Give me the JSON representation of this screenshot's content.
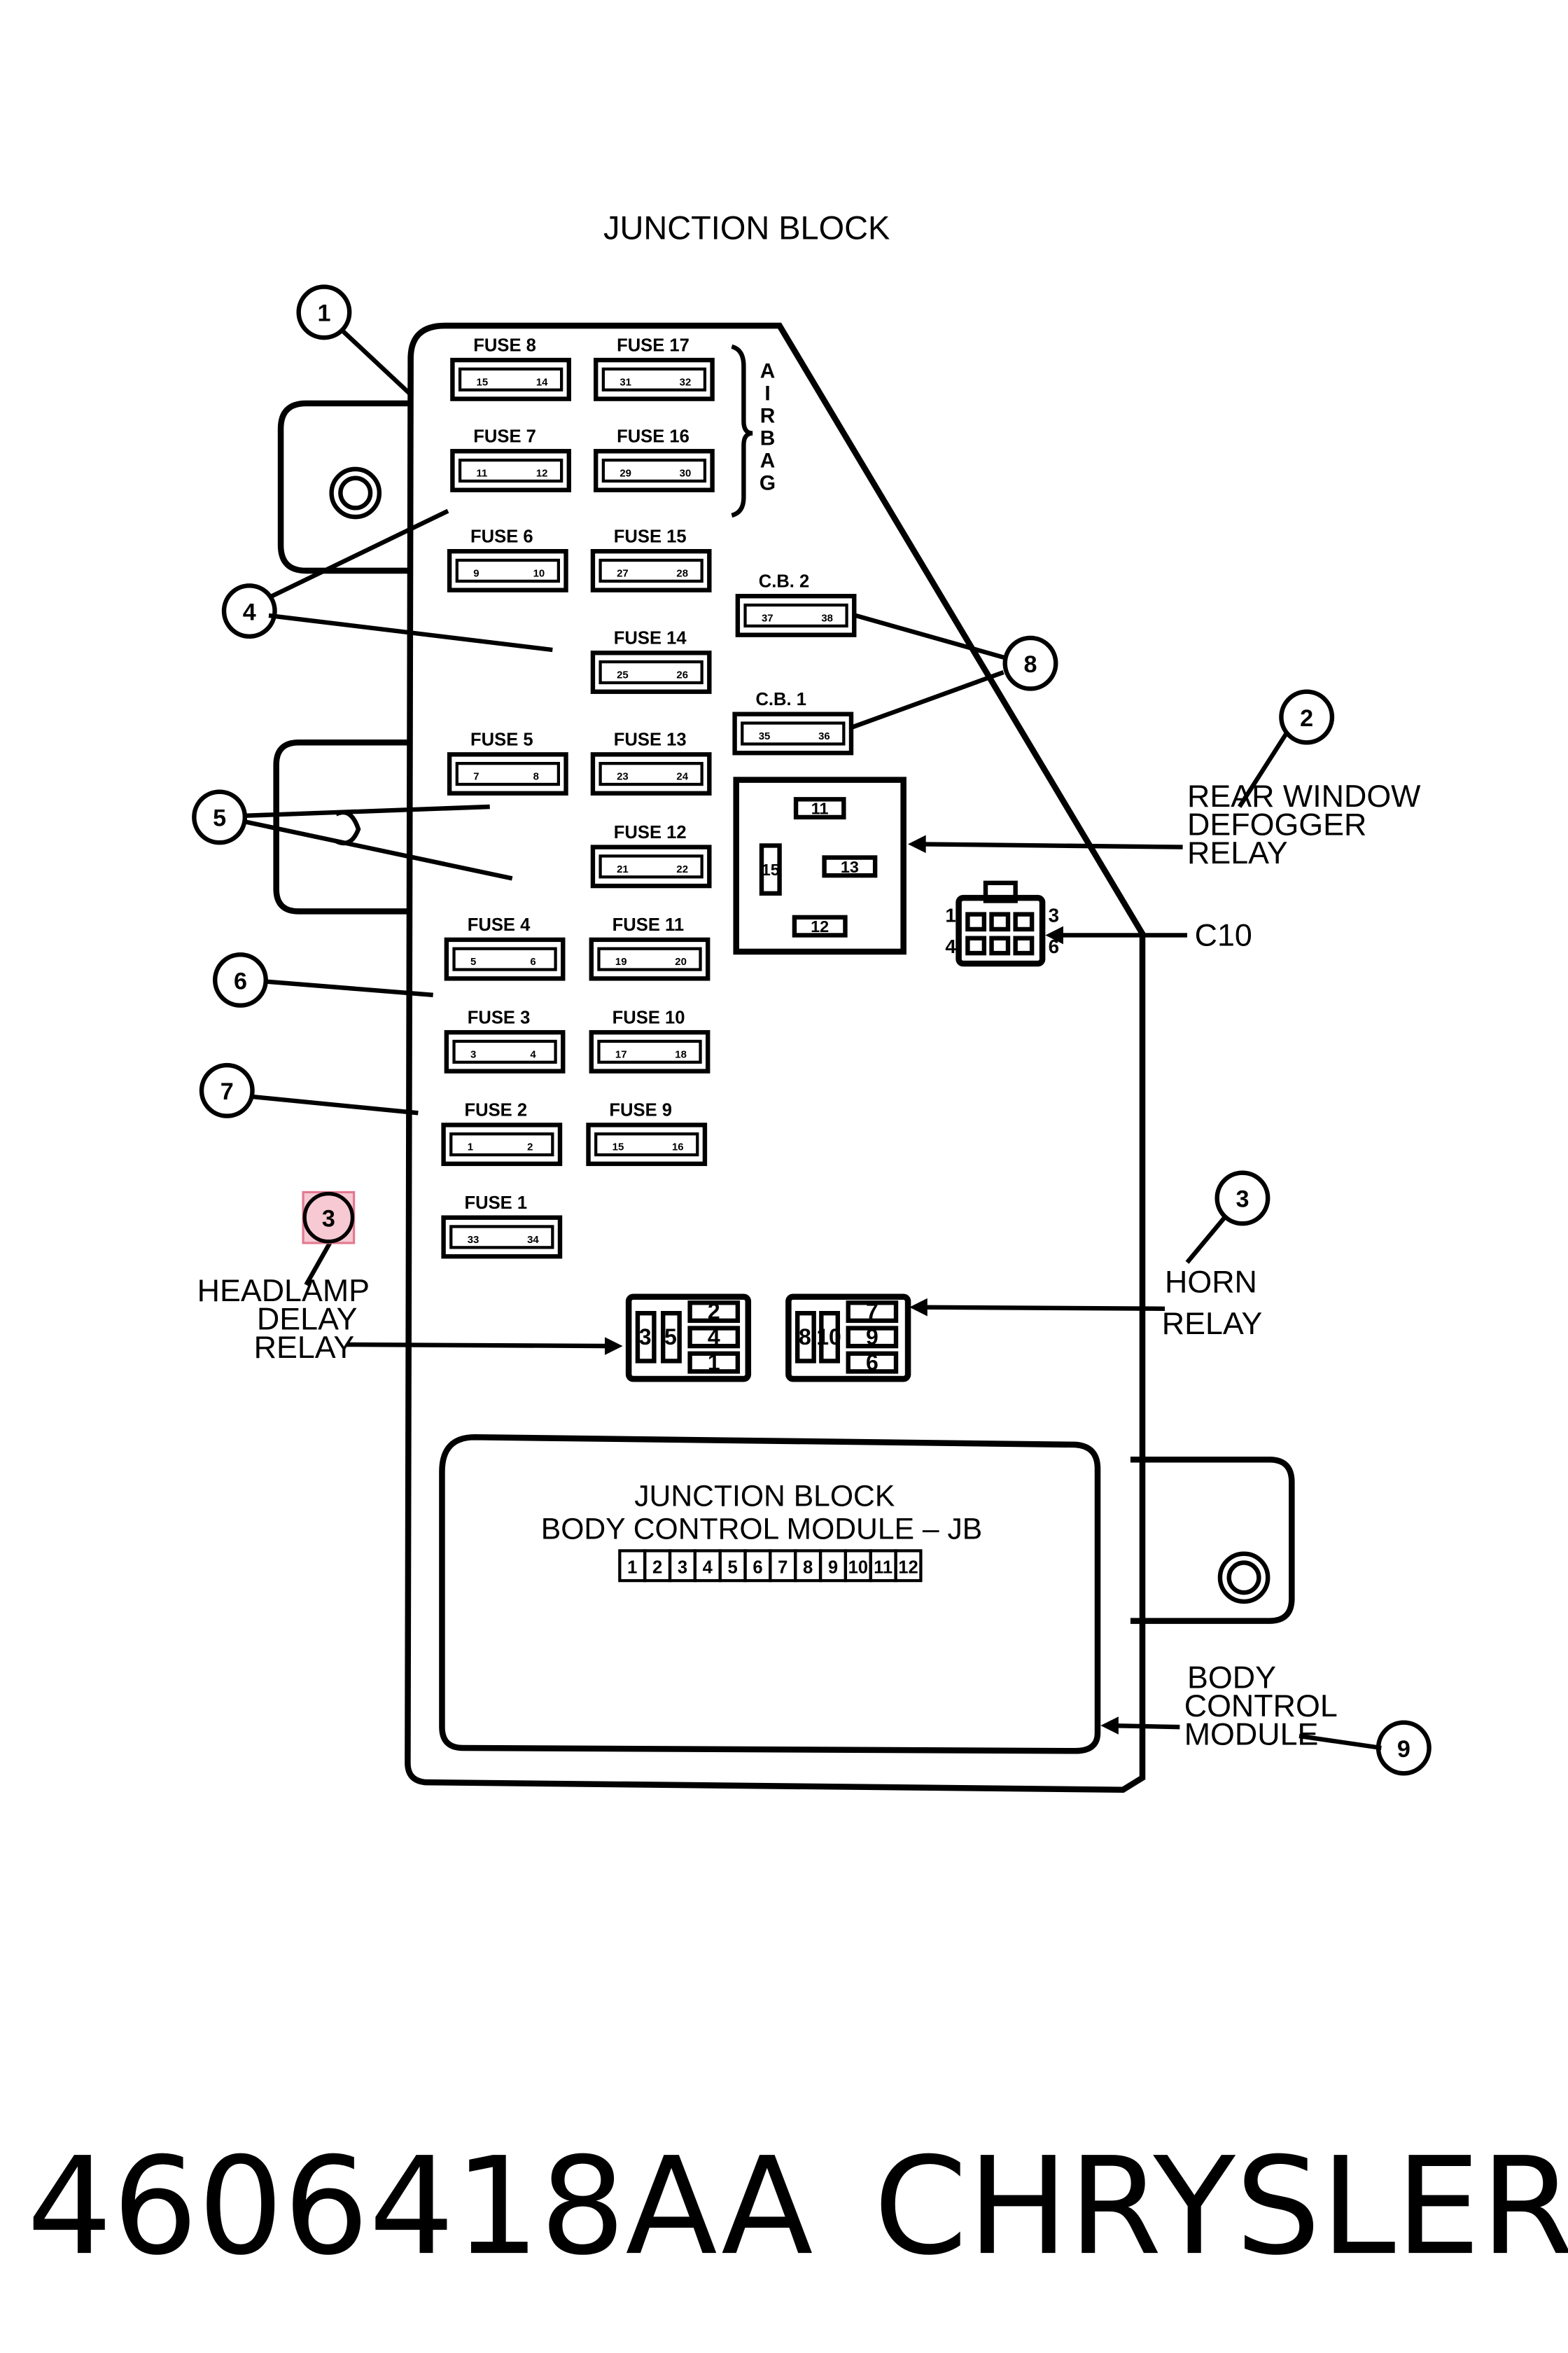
{
  "title": "JUNCTION BLOCK",
  "fuses": [
    {
      "label": "FUSE 8",
      "pins": [
        "15",
        "14"
      ]
    },
    {
      "label": "FUSE 17",
      "pins": [
        "31",
        "32"
      ]
    },
    {
      "label": "FUSE 7",
      "pins": [
        "11",
        "12"
      ]
    },
    {
      "label": "FUSE 16",
      "pins": [
        "29",
        "30"
      ]
    },
    {
      "label": "FUSE 6",
      "pins": [
        "9",
        "10"
      ]
    },
    {
      "label": "FUSE 15",
      "pins": [
        "27",
        "28"
      ]
    },
    {
      "label": "FUSE 14",
      "pins": [
        "25",
        "26"
      ]
    },
    {
      "label": "FUSE 5",
      "pins": [
        "7",
        "8"
      ]
    },
    {
      "label": "FUSE 13",
      "pins": [
        "23",
        "24"
      ]
    },
    {
      "label": "FUSE 12",
      "pins": [
        "21",
        "22"
      ]
    },
    {
      "label": "FUSE 4",
      "pins": [
        "5",
        "6"
      ]
    },
    {
      "label": "FUSE 11",
      "pins": [
        "19",
        "20"
      ]
    },
    {
      "label": "FUSE 3",
      "pins": [
        "3",
        "4"
      ]
    },
    {
      "label": "FUSE 10",
      "pins": [
        "17",
        "18"
      ]
    },
    {
      "label": "FUSE 2",
      "pins": [
        "1",
        "2"
      ]
    },
    {
      "label": "FUSE 9",
      "pins": [
        "15",
        "16"
      ]
    },
    {
      "label": "FUSE 1",
      "pins": [
        "33",
        "34"
      ]
    }
  ],
  "circuit_breakers": [
    {
      "label": "C.B. 2",
      "pins": [
        "37",
        "38"
      ]
    },
    {
      "label": "C.B. 1",
      "pins": [
        "35",
        "36"
      ]
    }
  ],
  "airbag_letters": [
    "A",
    "I",
    "R",
    "B",
    "A",
    "G"
  ],
  "rear_relay_pins": [
    "11",
    "15",
    "13",
    "12"
  ],
  "headlamp_relay_pins": [
    "3",
    "5",
    "2",
    "4",
    "1"
  ],
  "horn_relay_pins": [
    "8",
    "10",
    "7",
    "9",
    "6"
  ],
  "c10": {
    "label": "C10",
    "pins": [
      "1",
      "3",
      "4",
      "6"
    ]
  },
  "callouts": [
    "1",
    "2",
    "3",
    "4",
    "5",
    "6",
    "7",
    "8",
    "9"
  ],
  "labels": {
    "rear_window": [
      "REAR  WINDOW",
      "DEFOGGER",
      "RELAY"
    ],
    "headlamp": [
      "HEADLAMP",
      "DELAY",
      "RELAY"
    ],
    "horn": [
      "HORN",
      "RELAY"
    ],
    "bcm_outside": [
      "BODY",
      "CONTROL",
      "MODULE"
    ]
  },
  "bcm": {
    "line1": "JUNCTION  BLOCK",
    "line2": "BODY  CONTROL  MODULE  –  JB",
    "pins": [
      "1",
      "2",
      "3",
      "4",
      "5",
      "6",
      "7",
      "8",
      "9",
      "10",
      "11",
      "12"
    ]
  },
  "footer": {
    "part_number": "4606418AA",
    "brand": "CHRYSLER"
  },
  "colors": {
    "line": "#000000",
    "highlight_fill": "#f7c9d2",
    "highlight_stroke": "#e27a91"
  }
}
